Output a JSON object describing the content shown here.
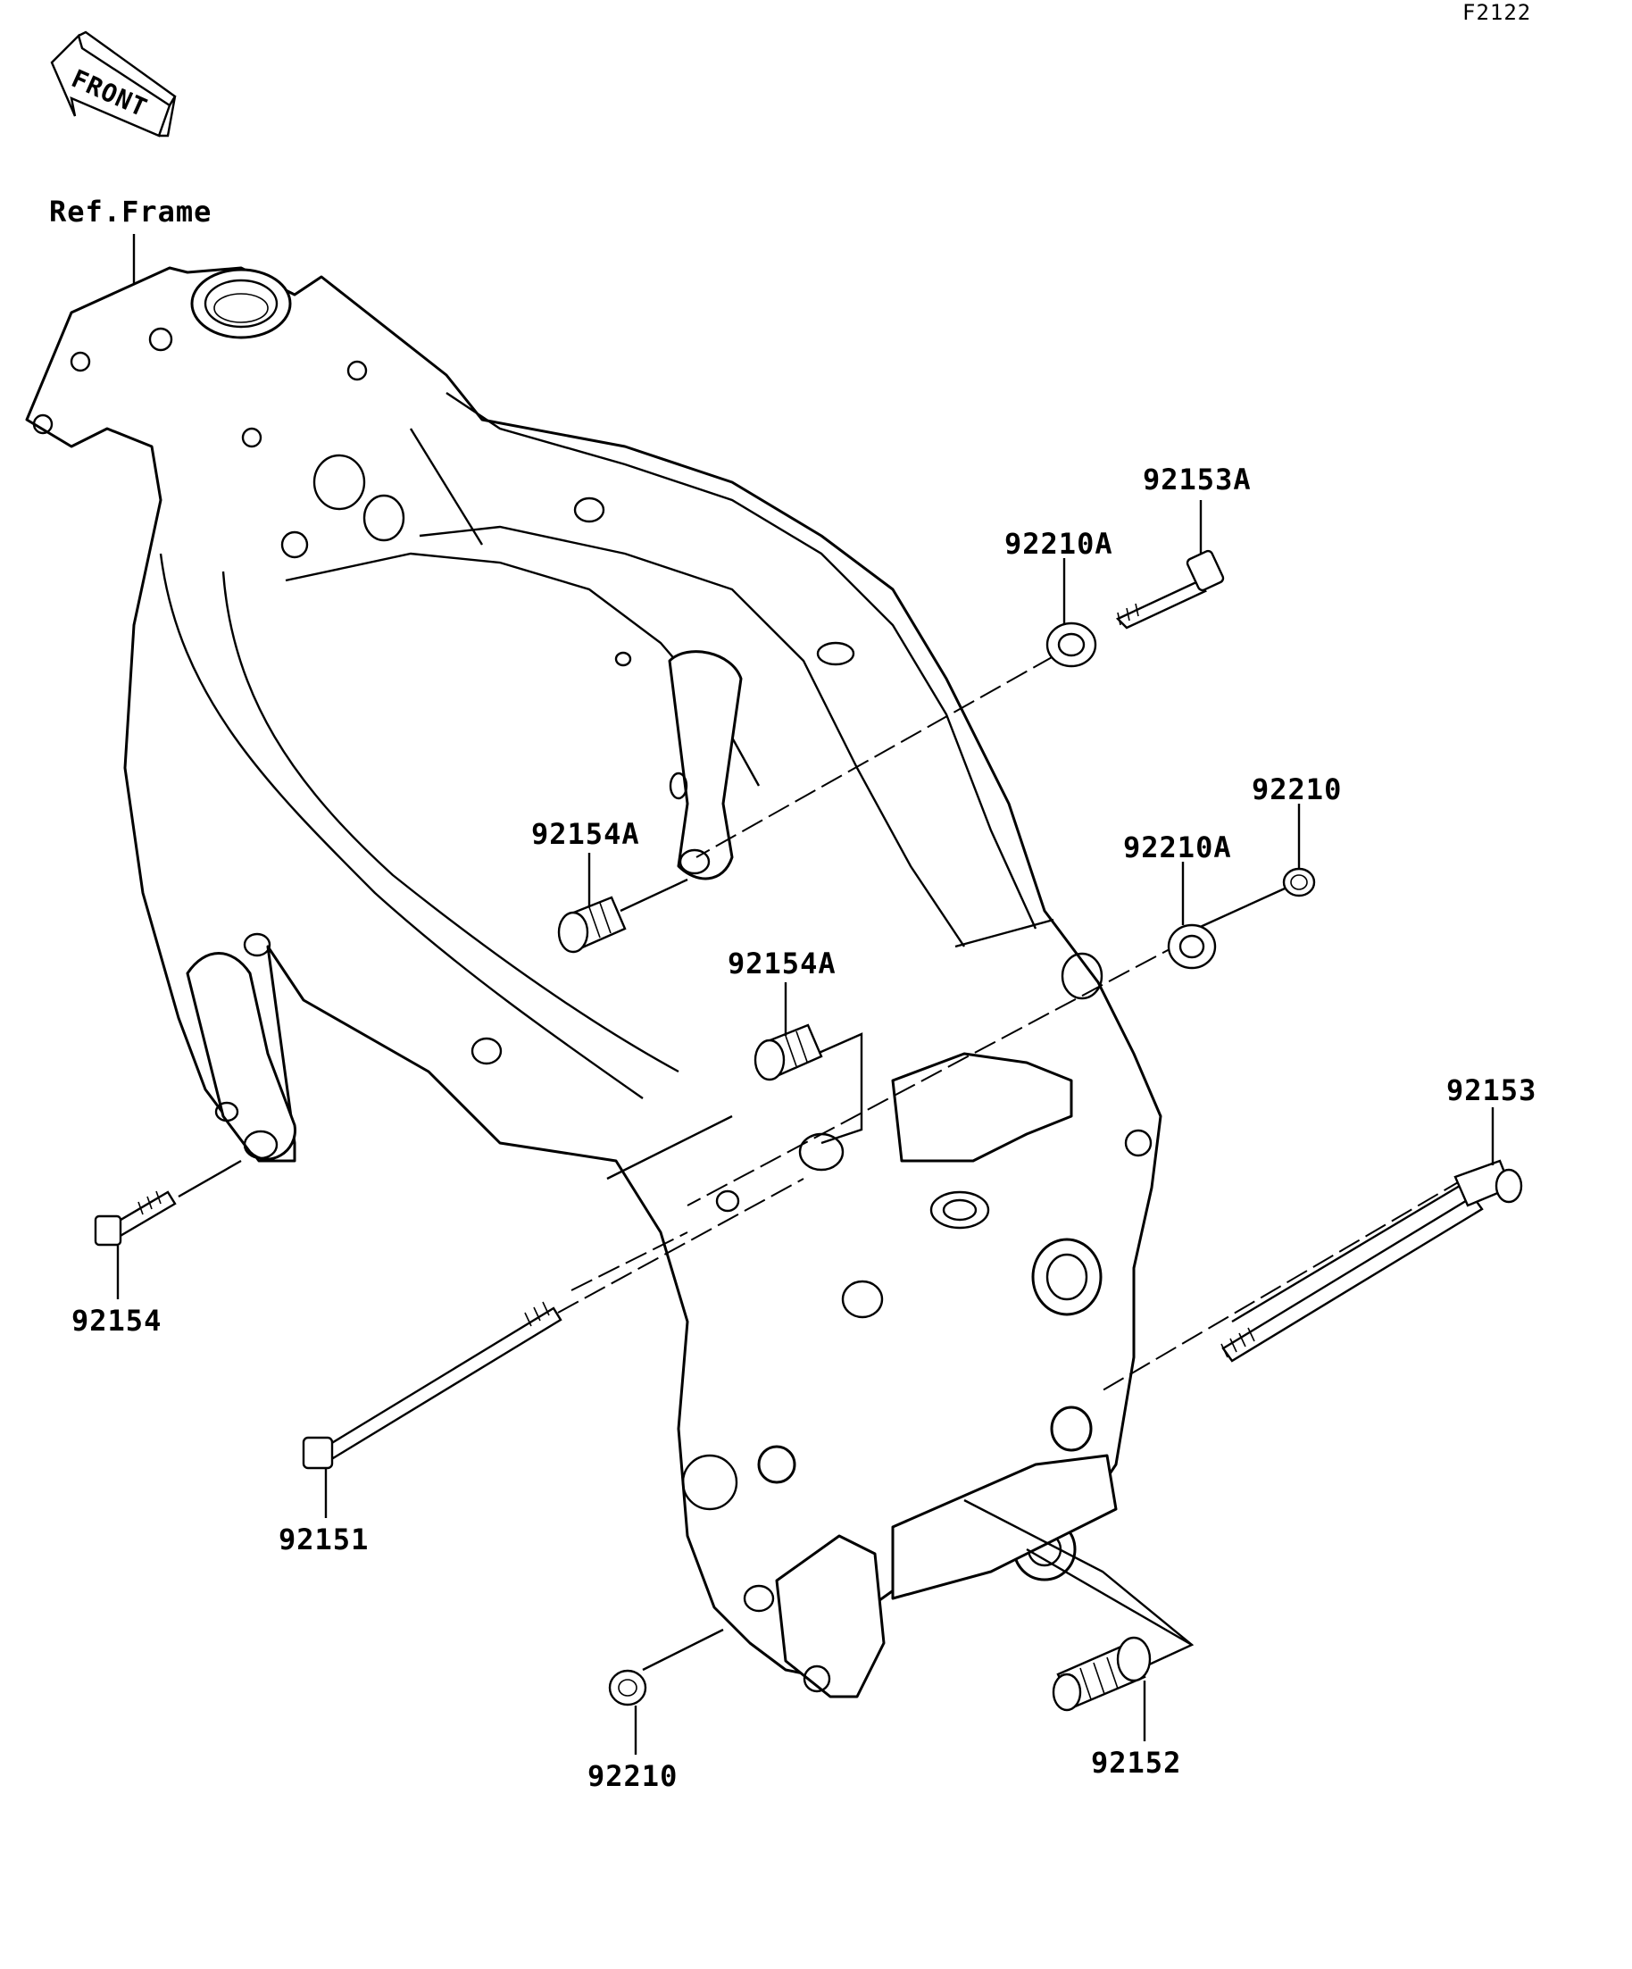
{
  "figure_code": "F2122",
  "front_marker": "FRONT",
  "ref_label": "Ref.Frame",
  "parts": [
    {
      "id": "92153A",
      "label": "92153A"
    },
    {
      "id": "92210A-upper",
      "label": "92210A"
    },
    {
      "id": "92210-upper",
      "label": "92210"
    },
    {
      "id": "92210A-lower",
      "label": "92210A"
    },
    {
      "id": "92154A-upper",
      "label": "92154A"
    },
    {
      "id": "92154A-lower",
      "label": "92154A"
    },
    {
      "id": "92153",
      "label": "92153"
    },
    {
      "id": "92154",
      "label": "92154"
    },
    {
      "id": "92151",
      "label": "92151"
    },
    {
      "id": "92210-lower",
      "label": "92210"
    },
    {
      "id": "92152",
      "label": "92152"
    }
  ]
}
